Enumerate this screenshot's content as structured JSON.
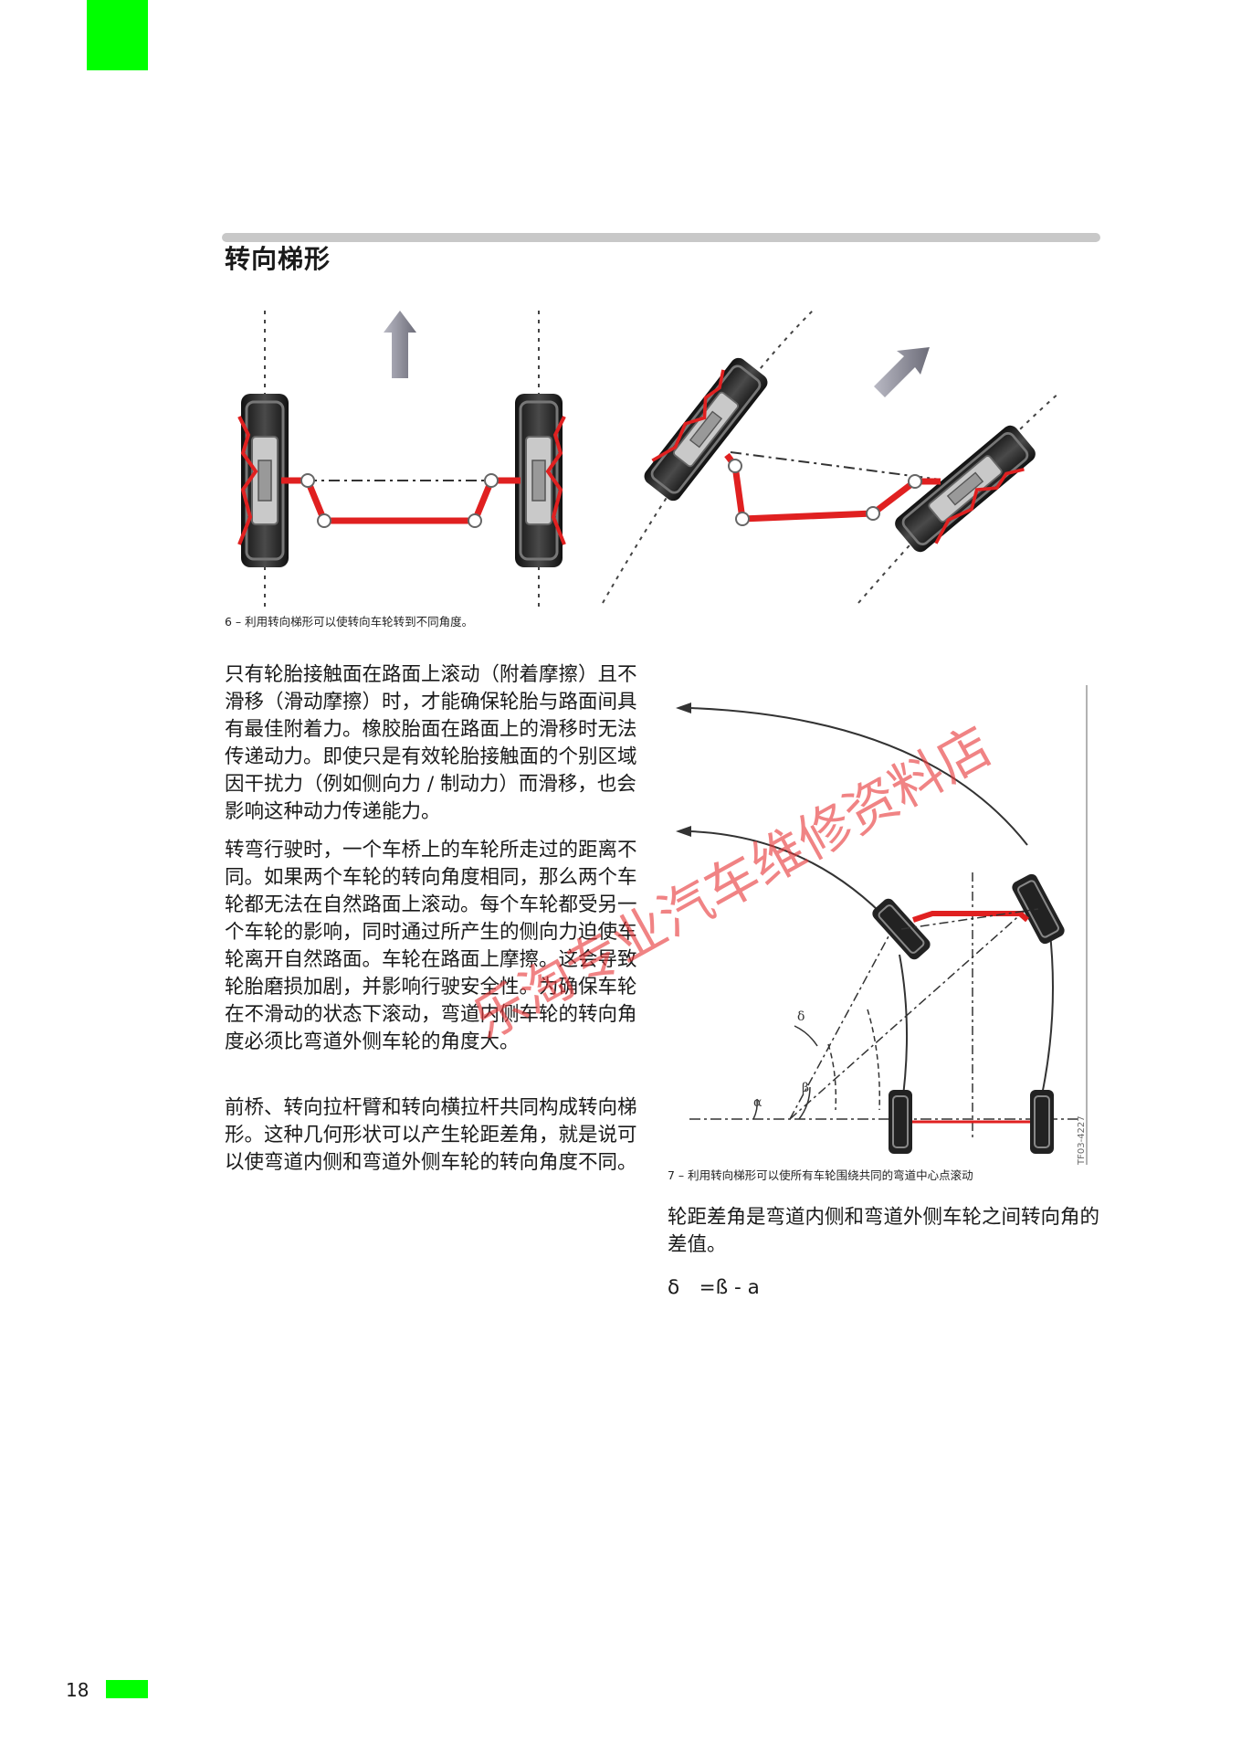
{
  "page": {
    "section_title": "转向梯形",
    "page_number": "18",
    "accent_color": "#00ff00",
    "rule_color": "#c8c8c8"
  },
  "figure6": {
    "caption": "6 – 利用转向梯形可以使转向车轮转到不同角度。"
  },
  "body": {
    "paragraphs": [
      "只有轮胎接触面在路面上滚动（附着摩擦）且不滑移（滑动摩擦）时，才能确保轮胎与路面间具有最佳附着力。橡胶胎面在路面上的滑移时无法传递动力。即使只是有效轮胎接触面的个别区域因干扰力（例如侧向力 / 制动力）而滑移，也会影响这种动力传递能力。",
      "转弯行驶时，一个车桥上的车轮所走过的距离不同。如果两个车轮的转向角度相同，那么两个车轮都无法在自然路面上滚动。每个车轮都受另一个车轮的影响，同时通过所产生的侧向力迫使车轮离开自然路面。车轮在路面上摩擦。这会导致轮胎磨损加剧，并影响行驶安全性。为确保车轮在不滑动的状态下滚动，弯道内侧车轮的转向角度必须比弯道外侧车轮的角度大。",
      "前桥、转向拉杆臂和转向横拉杆共同构成转向梯形。这种几何形状可以产生轮距差角，就是说可以使弯道内侧和弯道外侧车轮的转向角度不同。"
    ]
  },
  "figure7": {
    "caption": "7 – 利用转向梯形可以使所有车轮围绕共同的弯道中心点滚动",
    "label_alpha": "α",
    "label_beta": "β",
    "label_delta": "δ",
    "code": "TF03-4227"
  },
  "right": {
    "text": "轮距差角是弯道内侧和弯道外侧车轮之间转向角的差值。",
    "formula": "δ　=ß - a"
  },
  "watermark": {
    "text": "乐淘专业汽车维修资料店"
  },
  "colors": {
    "linkage_red": "#e02020",
    "tire_dark": "#1e1e1e",
    "arrow_gray": "#8a8a96",
    "watermark_red": "#e8383a"
  }
}
